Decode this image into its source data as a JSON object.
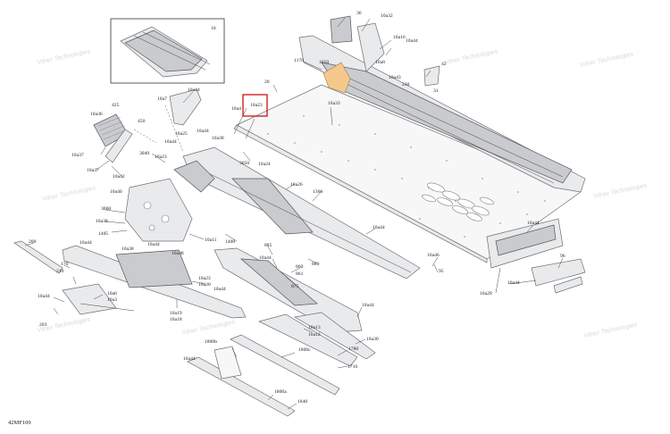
{
  "diagram": {
    "code": "42MF109",
    "inset_label": "10",
    "selected_label": "10a23",
    "watermark": "Vilner Technologies",
    "labels": [
      {
        "id": "l_36",
        "t": "36"
      },
      {
        "id": "l_10a32",
        "t": "10a32"
      },
      {
        "id": "l_10a16",
        "t": "10a16"
      },
      {
        "id": "l_10a44_a",
        "t": "10a44"
      },
      {
        "id": "l_42",
        "t": "42"
      },
      {
        "id": "l_1170",
        "t": "1170"
      },
      {
        "id": "l_1050",
        "t": "1050"
      },
      {
        "id": "l_10a8",
        "t": "10a8"
      },
      {
        "id": "l_10a43",
        "t": "10a43"
      },
      {
        "id": "l_230",
        "t": "230"
      },
      {
        "id": "l_31",
        "t": "31"
      },
      {
        "id": "l_20",
        "t": "20"
      },
      {
        "id": "l_10a33",
        "t": "10a33"
      },
      {
        "id": "l_10a4",
        "t": "10a4"
      },
      {
        "id": "l_10a23",
        "t": "10a23"
      },
      {
        "id": "l_10a44_b",
        "t": "10a44"
      },
      {
        "id": "l_10a7",
        "t": "10a7"
      },
      {
        "id": "l_425",
        "t": "425"
      },
      {
        "id": "l_10a36",
        "t": "10a36"
      },
      {
        "id": "l_450",
        "t": "450"
      },
      {
        "id": "l_10a25",
        "t": "10a25"
      },
      {
        "id": "l_10a44_c",
        "t": "10a44"
      },
      {
        "id": "l_10a44_d",
        "t": "10a44"
      },
      {
        "id": "l_10a38",
        "t": "10a38"
      },
      {
        "id": "l_10a37",
        "t": "10a37"
      },
      {
        "id": "l_10a37b",
        "t": "10a37"
      },
      {
        "id": "l_10a42",
        "t": "10a42"
      },
      {
        "id": "l_3040",
        "t": "3040"
      },
      {
        "id": "l_10a23b",
        "t": "10a23"
      },
      {
        "id": "l_3050",
        "t": "3050"
      },
      {
        "id": "l_10a24",
        "t": "10a24"
      },
      {
        "id": "l_10a26",
        "t": "10a26"
      },
      {
        "id": "l_1360",
        "t": "1360"
      },
      {
        "id": "l_10a40",
        "t": "10a40"
      },
      {
        "id": "l_3060",
        "t": "3060"
      },
      {
        "id": "l_10a38b",
        "t": "10a38"
      },
      {
        "id": "l_1405",
        "t": "1405"
      },
      {
        "id": "l_10a11",
        "t": "10a11"
      },
      {
        "id": "l_1400",
        "t": "1400"
      },
      {
        "id": "l_885",
        "t": "885"
      },
      {
        "id": "l_10a44_e",
        "t": "10a44"
      },
      {
        "id": "l_10a44_f",
        "t": "10a44"
      },
      {
        "id": "l_200",
        "t": "200"
      },
      {
        "id": "l_10a44_g",
        "t": "10a44"
      },
      {
        "id": "l_10a38c",
        "t": "10a38"
      },
      {
        "id": "l_10a38d",
        "t": "10a38"
      },
      {
        "id": "l_10a44_h",
        "t": "10a44"
      },
      {
        "id": "l_860",
        "t": "860"
      },
      {
        "id": "l_861",
        "t": "861"
      },
      {
        "id": "l_880",
        "t": "880"
      },
      {
        "id": "l_875",
        "t": "875"
      },
      {
        "id": "l_10a46",
        "t": "10a46"
      },
      {
        "id": "l_95",
        "t": "95"
      },
      {
        "id": "l_10a44_i",
        "t": "10a44"
      },
      {
        "id": "l_10a29",
        "t": "10a29"
      },
      {
        "id": "l_96",
        "t": "96"
      },
      {
        "id": "l_10a44_j",
        "t": "10a44"
      },
      {
        "id": "l_170",
        "t": "170"
      },
      {
        "id": "l_210",
        "t": "210"
      },
      {
        "id": "l_10a44_k",
        "t": "10a44"
      },
      {
        "id": "l_10a23c",
        "t": "10a23"
      },
      {
        "id": "l_10a20",
        "t": "10a20"
      },
      {
        "id": "l_10a44_l",
        "t": "10a44"
      },
      {
        "id": "l_10a6",
        "t": "10a6"
      },
      {
        "id": "l_10a3",
        "t": "10a3"
      },
      {
        "id": "l_10a19",
        "t": "10a19"
      },
      {
        "id": "l_10a18",
        "t": "10a18"
      },
      {
        "id": "l_10a44_m",
        "t": "10a44"
      },
      {
        "id": "l_203",
        "t": "203"
      },
      {
        "id": "l_10a13",
        "t": "10a13"
      },
      {
        "id": "l_10a12",
        "t": "10a12"
      },
      {
        "id": "l_10a30",
        "t": "10a30"
      },
      {
        "id": "l_1800b",
        "t": "1800b"
      },
      {
        "id": "l_1800c",
        "t": "1800c"
      },
      {
        "id": "l_1780",
        "t": "1780"
      },
      {
        "id": "l_1710",
        "t": "1710"
      },
      {
        "id": "l_1800a",
        "t": "1800a"
      },
      {
        "id": "l_1840",
        "t": "1840"
      },
      {
        "id": "l_10a44_n",
        "t": "10a44"
      }
    ]
  }
}
